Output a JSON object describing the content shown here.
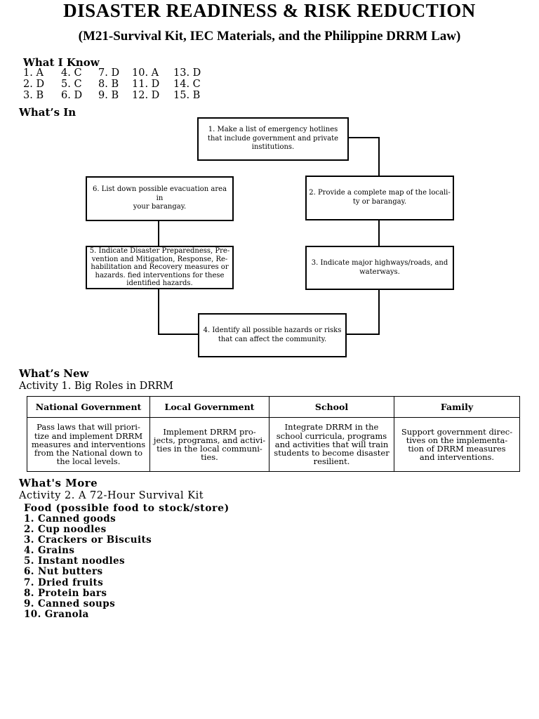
{
  "colors": {
    "text": "#000000",
    "background": "#ffffff",
    "border": "#000000"
  },
  "header": {
    "title": "DISASTER READINESS & RISK REDUCTION",
    "subtitle": "(M21-Survival Kit, IEC Materials, and the Philippine DRRM Law)"
  },
  "what_i_know": {
    "heading": "What I Know",
    "rows": [
      [
        "1. A",
        "4. C",
        "7. D",
        "10. A",
        "13. D"
      ],
      [
        "2. D",
        "5. C",
        "8. B",
        "11. D",
        "14. C"
      ],
      [
        "3. B",
        "6. D",
        "9. B",
        "12. D",
        "15. B"
      ]
    ]
  },
  "whats_in": {
    "heading": "What’s In",
    "boxes": [
      {
        "id": "1",
        "text": "1. Make a list of emergency hotlines\nthat include government and private\ninstitutions."
      },
      {
        "id": "2",
        "text": "2. Provide a complete map of the locali-\nty or barangay."
      },
      {
        "id": "3",
        "text": "3. Indicate major highways/roads, and\nwaterways."
      },
      {
        "id": "4",
        "text": "4. Identify all possible hazards or risks\nthat can affect the community."
      },
      {
        "id": "5",
        "text": "5. Indicate Disaster Preparedness, Pre-\nvention and Mitigation, Response, Re-\nhabilitation and Recovery measures or\nhazards. fied interventions for these\nidentified hazards."
      },
      {
        "id": "6",
        "text": "6. List down possible evacuation area in\nyour barangay."
      }
    ]
  },
  "whats_new": {
    "heading": "What’s New",
    "activity": "Activity 1. Big Roles in DRRM",
    "table": {
      "headers": [
        "National Government",
        "Local Government",
        "School",
        "Family"
      ],
      "cells": [
        "Pass laws that will priori-\ntize and implement DRRM\nmeasures and interventions\nfrom the National down to\nthe local levels.",
        "Implement DRRM pro-\njects, programs, and activi-\nties in the local communi-\nties.",
        "Integrate DRRM in the\nschool curricula, programs\nand activities that will train\nstudents to become disaster\nresilient.",
        "Support government direc-\ntives on the implementa-\ntion of DRRM measures\nand interventions."
      ]
    }
  },
  "whats_more": {
    "heading": "What's More",
    "activity": "Activity 2. A 72-Hour Survival Kit",
    "food_heading": "Food (possible food to stock/store)",
    "items": [
      "1. Canned goods",
      "2. Cup noodles",
      "3. Crackers or Biscuits",
      "4. Grains",
      "5. Instant noodles",
      "6. Nut butters",
      "7. Dried fruits",
      "8. Protein bars",
      "9. Canned soups",
      "10. Granola"
    ]
  }
}
